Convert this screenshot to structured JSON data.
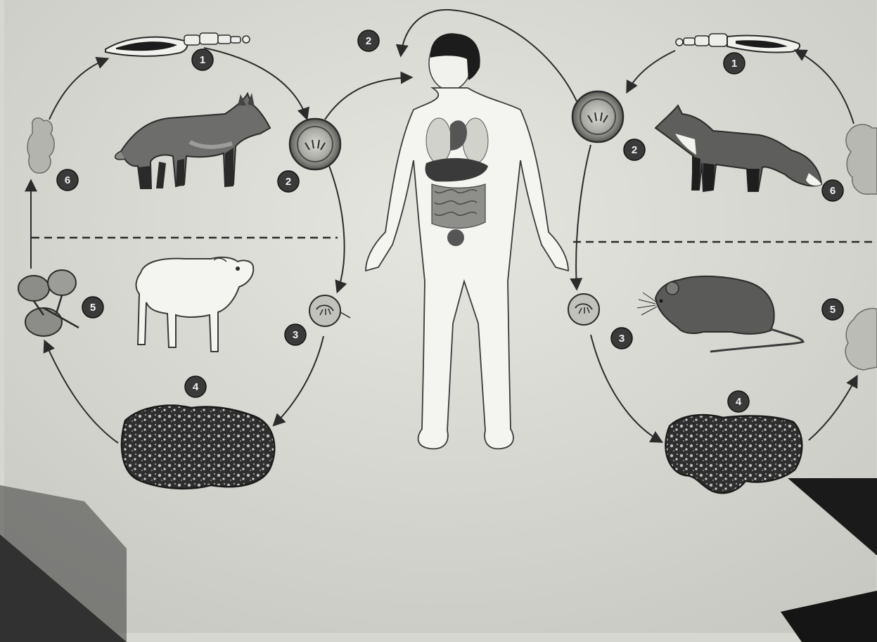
{
  "diagram": {
    "left_cycle": {
      "hosts": [
        "dog-like canine",
        "sheep"
      ],
      "steps": [
        {
          "id": "l1",
          "number": "1",
          "stage": "adult tapeworm"
        },
        {
          "id": "l2",
          "number": "2",
          "stage": "egg"
        },
        {
          "id": "l3",
          "number": "3",
          "stage": "oncosphere"
        },
        {
          "id": "l4",
          "number": "4",
          "stage": "hydatid cyst in organ"
        },
        {
          "id": "l5",
          "number": "5",
          "stage": "protoscolices"
        },
        {
          "id": "l6",
          "number": "6",
          "stage": "evaginated scolex"
        }
      ]
    },
    "center": {
      "figure": "human",
      "steps": [
        {
          "id": "c2",
          "number": "2",
          "stage": "egg ingested"
        }
      ]
    },
    "right_cycle": {
      "hosts": [
        "fox",
        "rodent"
      ],
      "steps": [
        {
          "id": "r1",
          "number": "1",
          "stage": "adult tapeworm"
        },
        {
          "id": "r2",
          "number": "2",
          "stage": "egg"
        },
        {
          "id": "r3",
          "number": "3",
          "stage": "oncosphere"
        },
        {
          "id": "r4",
          "number": "4",
          "stage": "alveolar cyst in organ"
        },
        {
          "id": "r5",
          "number": "5",
          "stage": "protoscolex"
        },
        {
          "id": "r6",
          "number": "6",
          "stage": "evaginated scolex"
        }
      ]
    },
    "colors": {
      "paper": "#dcdcd6",
      "ink": "#2b2b2b",
      "badge": "#3a3a3a",
      "badge_text": "#f2f2f2",
      "organ": "#2c2c2c",
      "shadow": "#161616"
    }
  }
}
